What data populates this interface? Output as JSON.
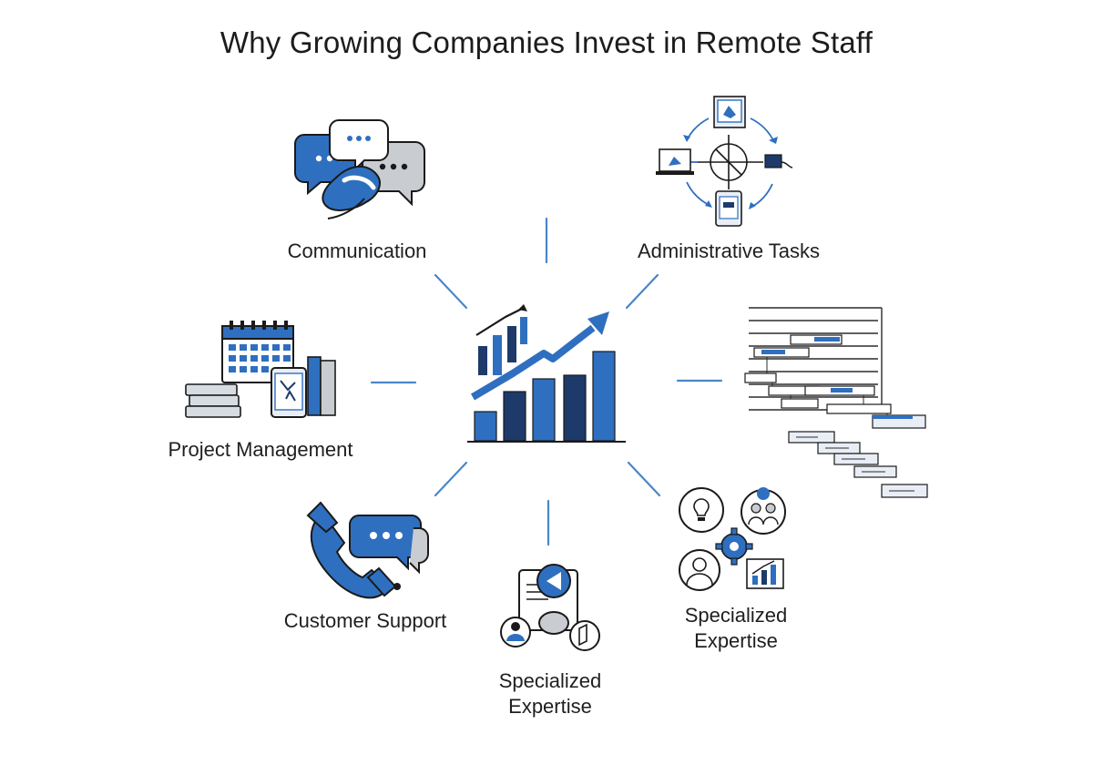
{
  "title": "Why Growing Companies Invest in Remote Staff",
  "center": {
    "icon": "growth-chart-icon"
  },
  "nodes": [
    {
      "id": "communication",
      "label": "Communication",
      "icon": "chat-bubbles-handshake-icon"
    },
    {
      "id": "administrative",
      "label": "Administrative Tasks",
      "icon": "workflow-devices-icon"
    },
    {
      "id": "project-management",
      "label": "Project Management",
      "icon": "calendar-books-tablet-icon"
    },
    {
      "id": "gantt",
      "label": "",
      "icon": "gantt-chart-icon"
    },
    {
      "id": "customer-support",
      "label": "Customer Support",
      "icon": "phone-chat-icon"
    },
    {
      "id": "specialized-bottom",
      "label_line1": "Specialized",
      "label_line2": "Expertise",
      "icon": "video-collaboration-icon"
    },
    {
      "id": "specialized-right",
      "label_line1": "Specialized",
      "label_line2": "Expertise",
      "icon": "experts-gear-icon"
    }
  ],
  "colors": {
    "primary": "#2f6fbf",
    "dark": "#1d3a6b",
    "line": "#4a86c8",
    "outline": "#2b2b2b"
  }
}
